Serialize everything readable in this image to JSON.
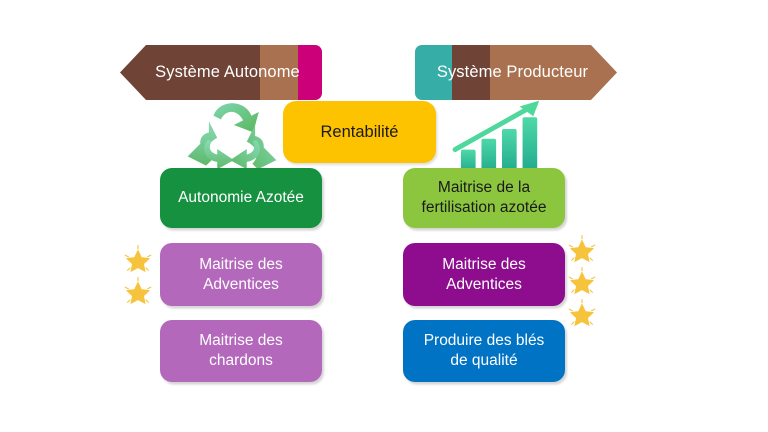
{
  "banners": {
    "left": {
      "label": "Système Autonome",
      "direction": "left",
      "colors": [
        "#6F4436",
        "#A9714F",
        "#CC0078"
      ]
    },
    "right": {
      "label": "Système Producteur",
      "direction": "right",
      "colors": [
        "#36ADA6",
        "#6F4436",
        "#A9714F"
      ]
    }
  },
  "center": {
    "label": "Rentabilité",
    "color": "#FDC300"
  },
  "icons": {
    "left": "recycle-icon",
    "right": "growth-chart-icon"
  },
  "columns": {
    "left": {
      "boxes": [
        {
          "label": "Autonomie Azotée",
          "color": "#159140",
          "text_color": "#FFFFFF"
        },
        {
          "label": "Maitrise des Adventices",
          "color": "#B368BC",
          "text_color": "#FFFFFF"
        },
        {
          "label": "Maitrise des chardons",
          "color": "#B368BC",
          "text_color": "#FFFFFF"
        }
      ],
      "rating_stars": 2
    },
    "right": {
      "boxes": [
        {
          "label": "Maitrise de la fertilisation azotée",
          "color": "#8CC63E",
          "text_color": "#1A1A1A"
        },
        {
          "label": "Maitrise des Adventices",
          "color": "#8E0D8E",
          "text_color": "#FFFFFF"
        },
        {
          "label": "Produire des blés de qualité",
          "color": "#0073C5",
          "text_color": "#FFFFFF"
        }
      ],
      "rating_stars": 3
    }
  },
  "star_color": "#F6C43C"
}
